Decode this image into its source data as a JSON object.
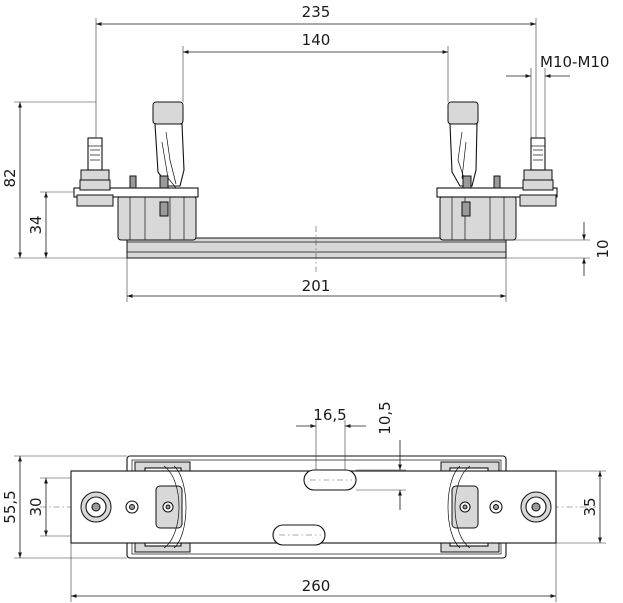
{
  "dimensions": {
    "top_width_outer": "235",
    "top_width_inner": "140",
    "thread": "M10-M10",
    "height_total": "82",
    "height_base": "34",
    "base_thickness": "10",
    "base_length": "201",
    "slot_length": "16,5",
    "slot_width": "10,5",
    "width_outer": "55,5",
    "width_inner_left": "30",
    "width_inner_right": "35",
    "overall_length": "260"
  }
}
